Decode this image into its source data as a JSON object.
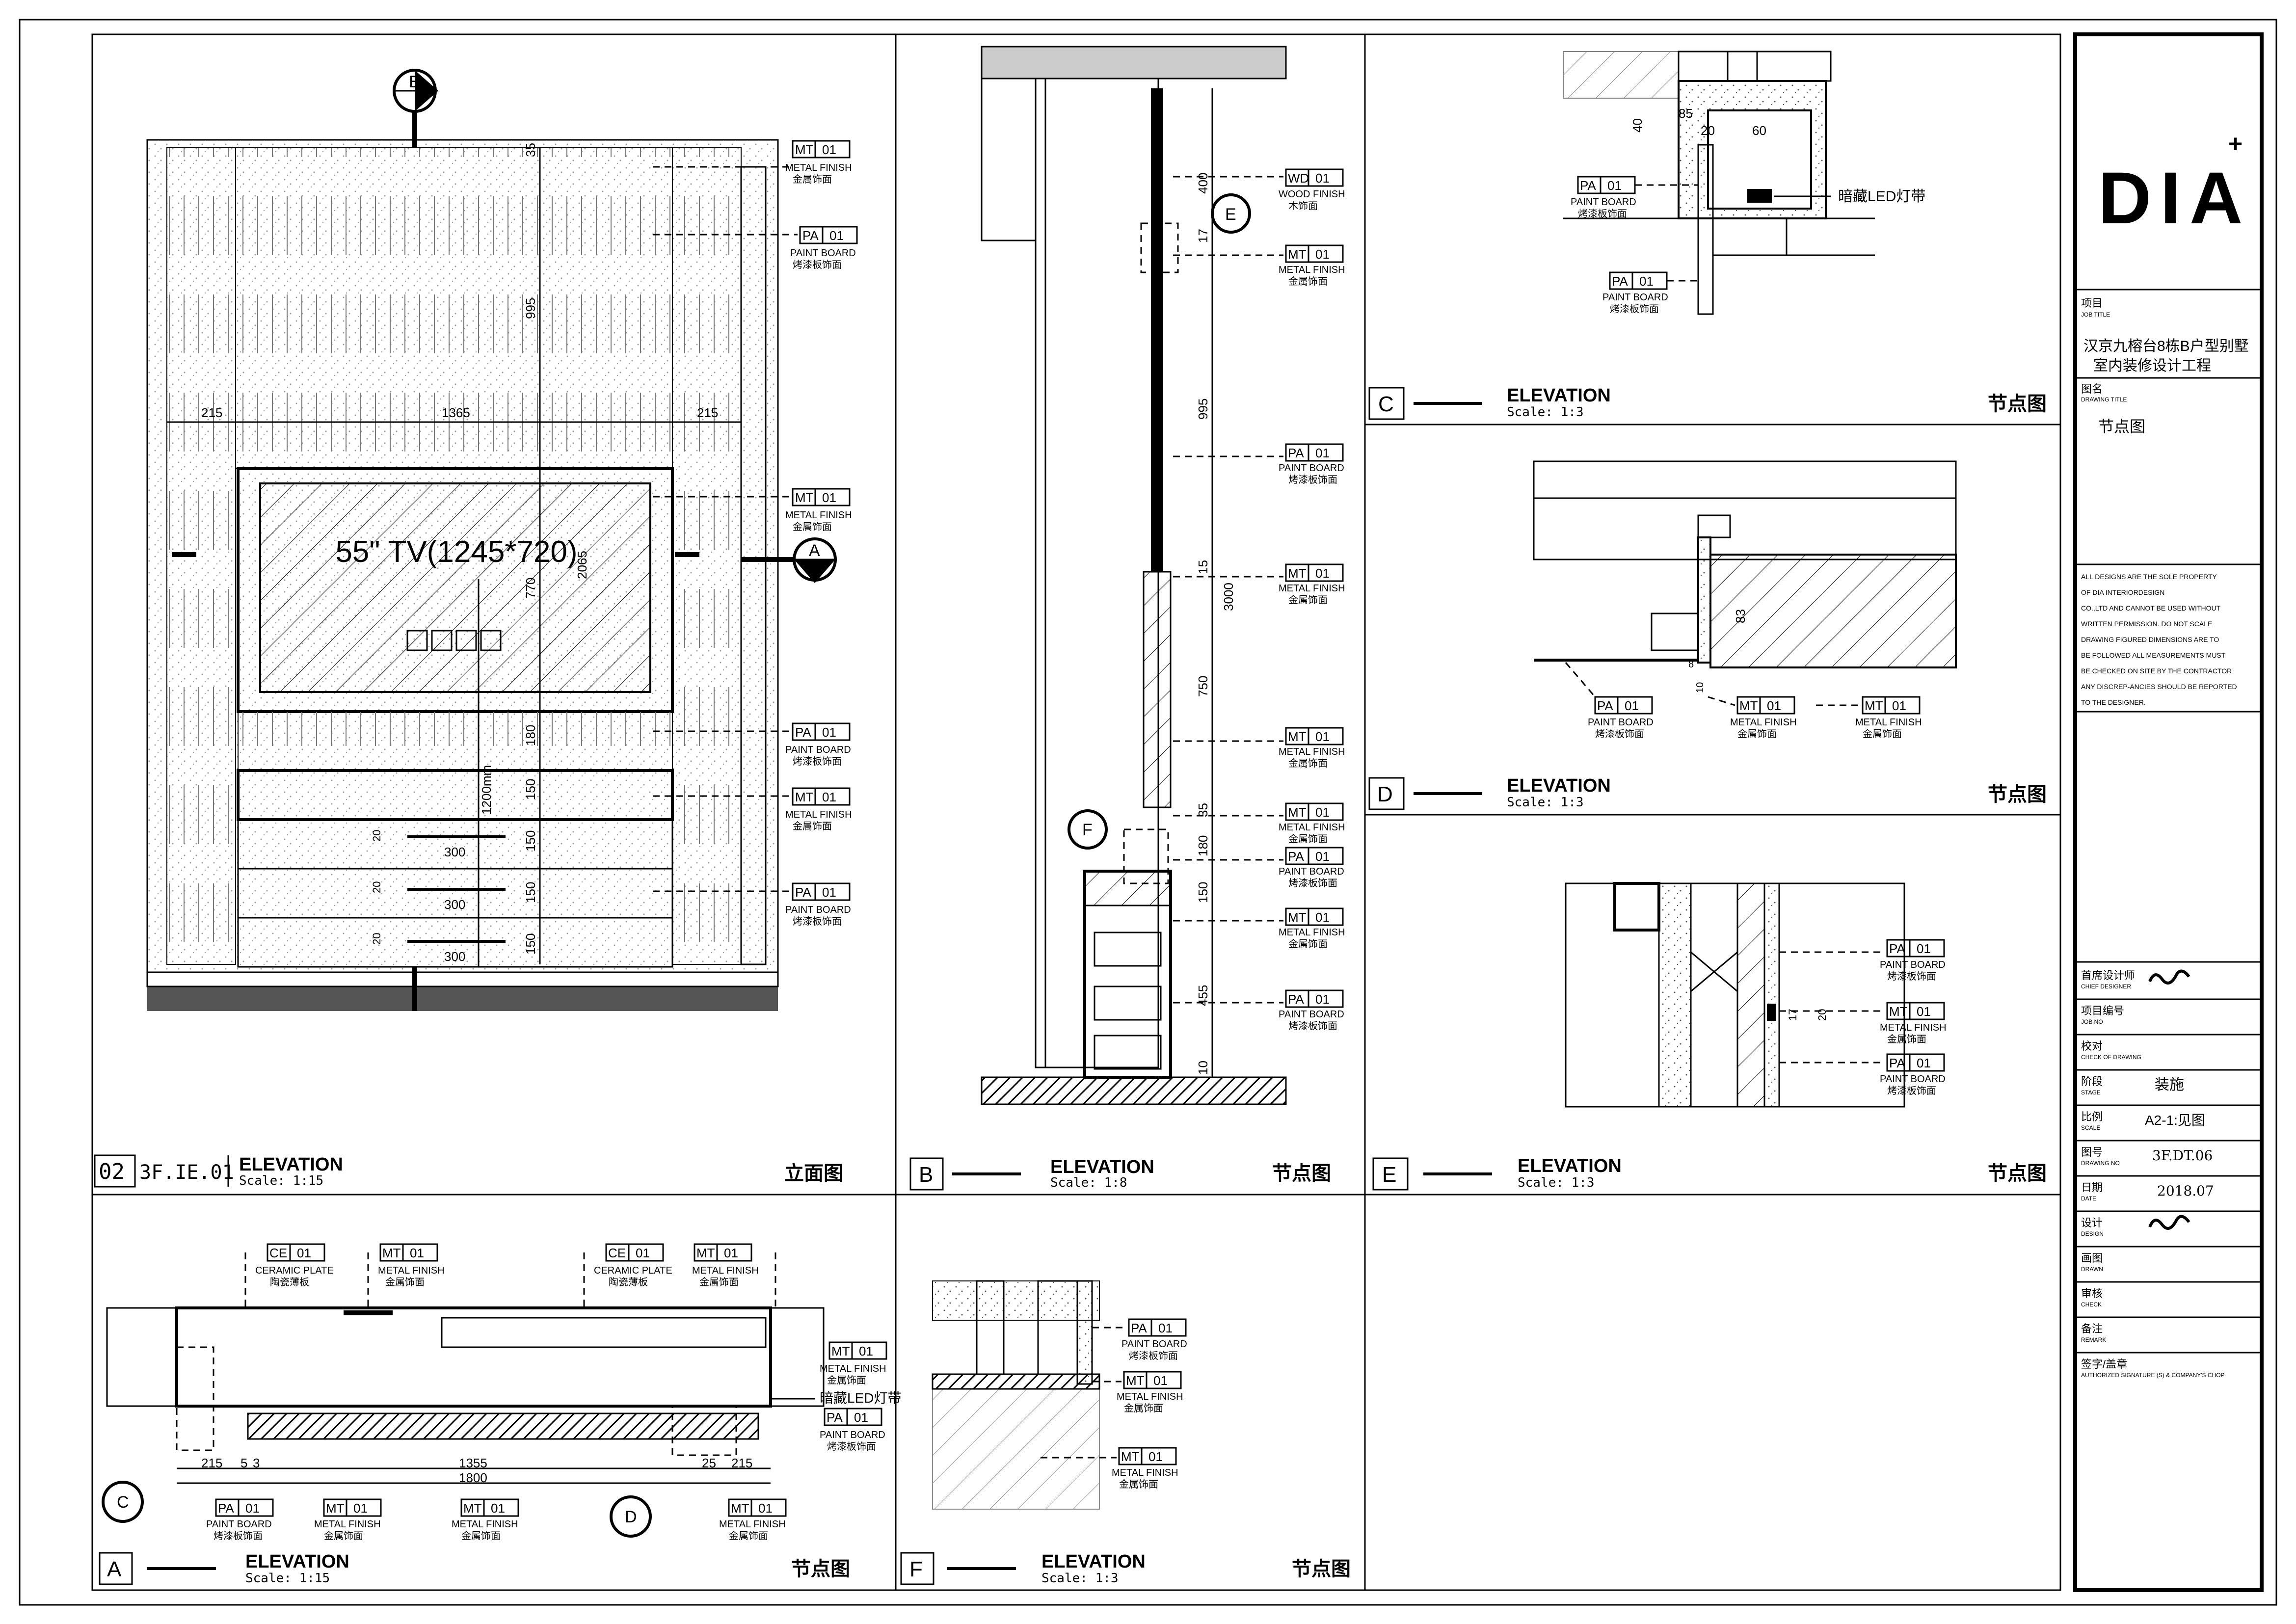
{
  "title_block": {
    "logo_text": "DIA",
    "job_title_label_cn": "项目",
    "job_title_label_en": "JOB TITLE",
    "job_title_line1": "汉京九榕台8栋B户型别墅",
    "job_title_line2": "室内装修设计工程",
    "drawing_title_label_cn": "图名",
    "drawing_title_label_en": "DRAWING TITLE",
    "drawing_title": "节点图",
    "disclaimer": [
      "ALL DESIGNS ARE THE SOLE PROPERTY",
      "OF DIA INTERIORDESIGN",
      "CO.,LTD AND CANNOT BE USED WITHOUT",
      "WRITTEN PERMISSION. DO NOT SCALE",
      "DRAWING FIGURED DIMENSIONS ARE TO",
      "BE FOLLOWED ALL MEASUREMENTS MUST",
      "BE CHECKED ON SITE BY THE CONTRACTOR",
      "ANY DISCREP-ANCIES SHOULD BE REPORTED",
      "TO THE DESIGNER."
    ],
    "rows": [
      {
        "cn": "首席设计师",
        "en": "CHIEF DESIGNER",
        "value": ""
      },
      {
        "cn": "项目编号",
        "en": "JOB NO",
        "value": ""
      },
      {
        "cn": "校对",
        "en": "CHECK OF DRAWING",
        "value": ""
      },
      {
        "cn": "阶段",
        "en": "STAGE",
        "value": "装施"
      },
      {
        "cn": "比例",
        "en": "SCALE",
        "value": "A2-1:见图"
      },
      {
        "cn": "图号",
        "en": "DRAWING NO",
        "value": "3F.DT.06"
      },
      {
        "cn": "日期",
        "en": "DATE",
        "value": "2018.07"
      },
      {
        "cn": "设计",
        "en": "DESIGN",
        "value": ""
      },
      {
        "cn": "画图",
        "en": "DRAWN",
        "value": ""
      },
      {
        "cn": "审核",
        "en": "CHECK",
        "value": ""
      },
      {
        "cn": "备注",
        "en": "REMARK",
        "value": ""
      },
      {
        "cn": "签字/盖章",
        "en": "AUTHORIZED SIGNATURE (S) & COMPANY'S CHOP",
        "value": ""
      }
    ]
  },
  "panels": {
    "main": {
      "id": "02",
      "ref": "3F.IE.01",
      "title": "ELEVATION",
      "scale": "Scale: 1:15",
      "title_cn": "立面图",
      "tv_label": "55\" TV(1245*720)",
      "dims_top": [
        "215",
        "1365",
        "215"
      ],
      "dims_vertical": [
        "995",
        "770",
        "180",
        "150",
        "150",
        "150",
        "150"
      ],
      "dims_small": [
        "35",
        "2065",
        "20",
        "20",
        "20"
      ],
      "handle_dims": [
        "300",
        "300",
        "300"
      ],
      "height_note": "1200mm",
      "section_b": "B",
      "section_a": "A"
    },
    "panel_a": {
      "id": "A",
      "title": "ELEVATION",
      "scale": "Scale: 1:15",
      "title_cn": "节点图",
      "dims": [
        "215",
        "5",
        "3",
        "1355",
        "1800",
        "25",
        "215"
      ],
      "led": "暗藏LED灯带",
      "sec_c": "C",
      "sec_d": "D"
    },
    "panel_b": {
      "id": "B",
      "title": "ELEVATION",
      "scale": "Scale: 1:8",
      "title_cn": "节点图",
      "dims": [
        "400",
        "17",
        "995",
        "15",
        "3000",
        "750",
        "35",
        "180",
        "150",
        "455",
        "10"
      ],
      "sec_e": "E",
      "sec_f": "F"
    },
    "panel_c": {
      "id": "C",
      "title": "ELEVATION",
      "scale": "Scale: 1:3",
      "title_cn": "节点图",
      "dims": [
        "40",
        "85",
        "20",
        "60"
      ],
      "led": "暗藏LED灯带"
    },
    "panel_d": {
      "id": "D",
      "title": "ELEVATION",
      "scale": "Scale: 1:3",
      "title_cn": "节点图",
      "dims": [
        "83",
        "8",
        "10"
      ]
    },
    "panel_e": {
      "id": "E",
      "title": "ELEVATION",
      "scale": "Scale: 1:3",
      "title_cn": "节点图",
      "dims": [
        "17",
        "20"
      ]
    },
    "panel_f": {
      "id": "F",
      "title": "ELEVATION",
      "scale": "Scale: 1:3",
      "title_cn": "节点图"
    }
  },
  "materials": {
    "MT": {
      "code": "MT",
      "num": "01",
      "en": "METAL FINISH",
      "cn": "金属饰面"
    },
    "PA": {
      "code": "PA",
      "num": "01",
      "en": "PAINT BOARD",
      "cn": "烤漆板饰面"
    },
    "WD": {
      "code": "WD",
      "num": "01",
      "en": "WOOD FINISH",
      "cn": "木饰面"
    },
    "CE": {
      "code": "CE",
      "num": "01",
      "en": "CERAMIC PLATE",
      "cn": "陶瓷薄板"
    }
  }
}
